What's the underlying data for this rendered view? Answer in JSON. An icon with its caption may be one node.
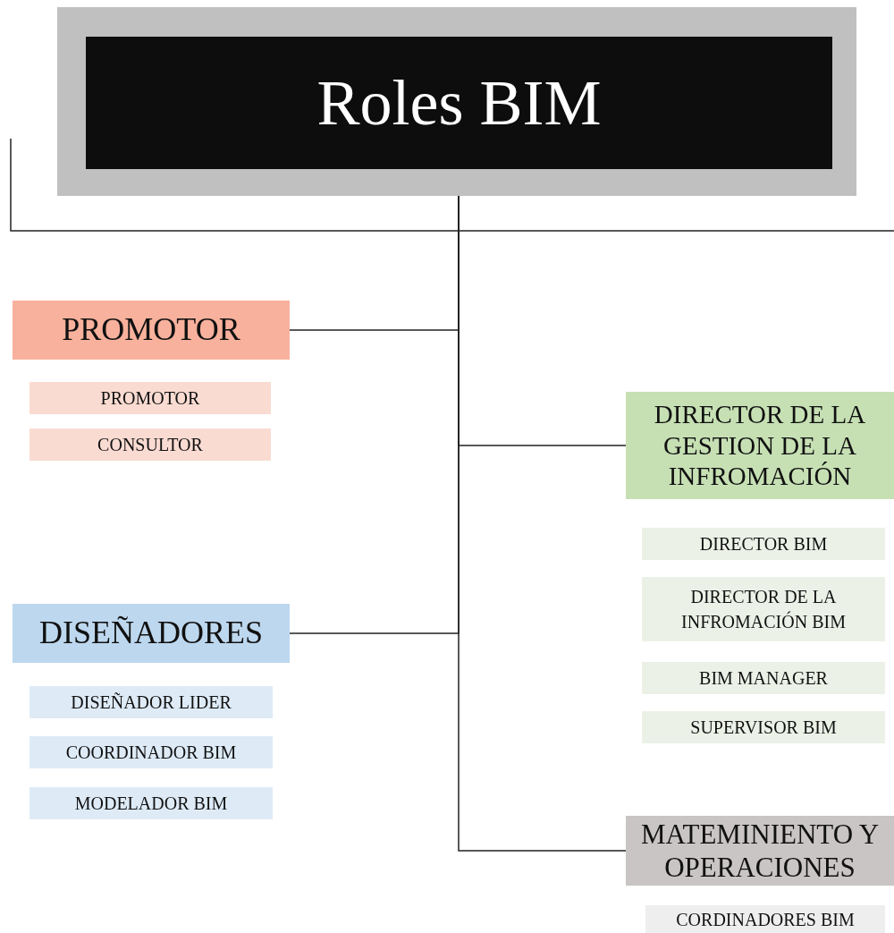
{
  "diagram": {
    "nodes": [
      {
        "text": [
          "Roles BIM"
        ]
      },
      {
        "text": [
          "PROMOTOR"
        ]
      },
      {
        "text": [
          "PROMOTOR"
        ]
      },
      {
        "text": [
          "CONSULTOR"
        ]
      },
      {
        "text": [
          "DIRECTOR DE LA GESTION DE LA INFROMACIÓN"
        ]
      },
      {
        "text": [
          "DIRECTOR BIM"
        ]
      },
      {
        "text": [
          "DIRECTOR DE LA INFROMACIÓN BIM"
        ]
      },
      {
        "text": [
          "BIM MANAGER"
        ]
      },
      {
        "text": [
          "SUPERVISOR BIM"
        ]
      },
      {
        "text": [
          "DISEÑADORES"
        ]
      },
      {
        "text": [
          "DISEÑADOR LIDER"
        ]
      },
      {
        "text": [
          "COORDINADOR BIM"
        ]
      },
      {
        "text": [
          "MODELADOR BIM"
        ]
      },
      {
        "text": [
          "MATEMINIENTO Y OPERACIONES"
        ]
      },
      {
        "text": [
          "CORDINADORES BIM"
        ]
      }
    ],
    "edges": [
      {
        "from": 0,
        "to": 1,
        "arrow": "none"
      },
      {
        "from": 0,
        "to": 4,
        "arrow": "none"
      },
      {
        "from": 0,
        "to": 9,
        "arrow": "none"
      },
      {
        "from": 0,
        "to": 13,
        "arrow": "none"
      }
    ]
  }
}
